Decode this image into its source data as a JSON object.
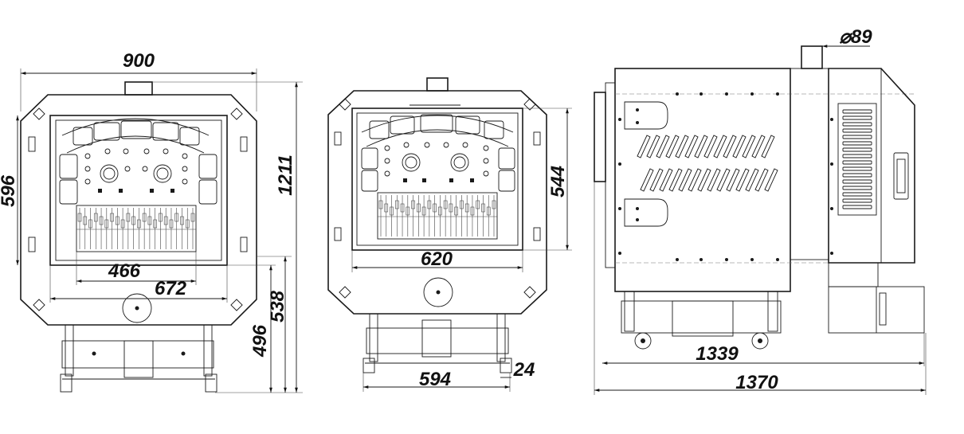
{
  "dimensions": {
    "front_width": "900",
    "front_opening_height": "596",
    "front_total_height": "1211",
    "front_inner_width_466": "466",
    "front_inner_width_672": "672",
    "front_height_496": "496",
    "front_height_538": "538",
    "rear_width_620": "620",
    "rear_height_544": "544",
    "rear_base_width_594": "594",
    "rear_offset_24": "24",
    "side_base_length": "1339",
    "side_total_length": "1370",
    "flue_diameter": "⌀89"
  }
}
